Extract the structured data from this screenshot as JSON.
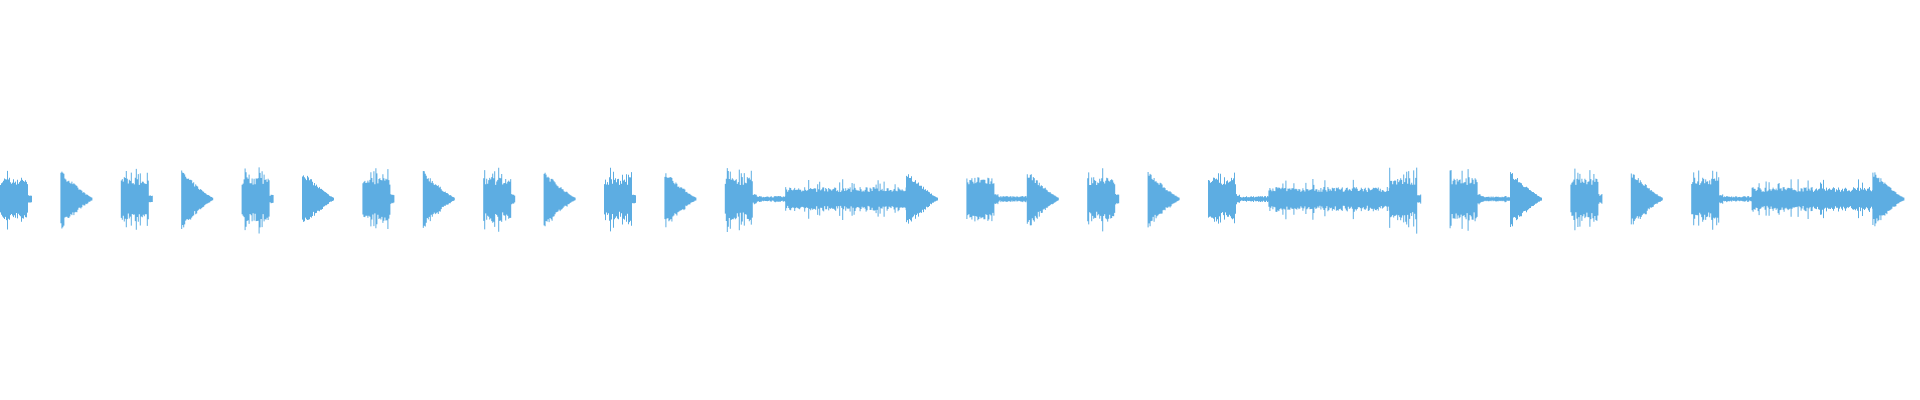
{
  "waveform": {
    "color": "#5dade2",
    "background": "#ffffff",
    "segments": [
      "hit",
      "decay",
      "hit",
      "decay",
      "hit",
      "decay",
      "hit",
      "decay",
      "hit",
      "decay",
      "hit",
      "decay",
      "hit-tail",
      "sustain",
      "sustain",
      "decay",
      "hit-tail",
      "decay",
      "hit",
      "decay",
      "hit-tail",
      "sustain",
      "sustain",
      "hit",
      "hit-tail",
      "decay",
      "hit",
      "decay",
      "hit-tail",
      "sustain",
      "sustain",
      "decay",
      "hit"
    ]
  }
}
